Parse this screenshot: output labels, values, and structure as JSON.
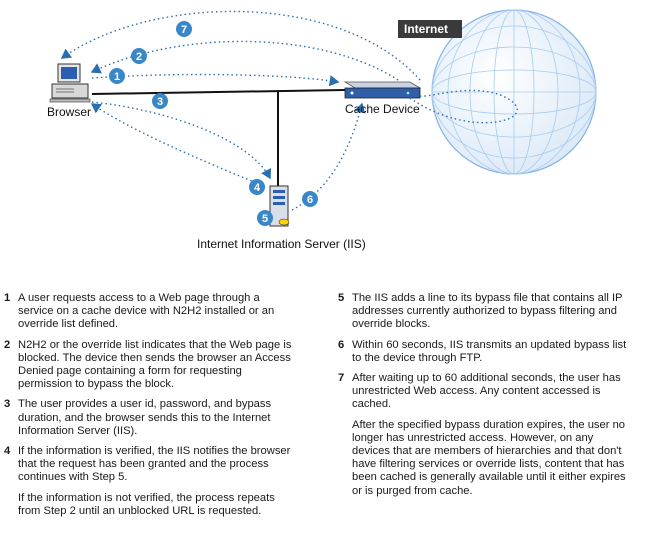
{
  "diagram": {
    "internet_label": "Internet",
    "browser_label": "Browser",
    "cache_label": "Cache Device",
    "iis_label": "Internet Information Server (IIS)",
    "badges": [
      "1",
      "2",
      "3",
      "4",
      "5",
      "6",
      "7"
    ],
    "colors": {
      "badge": "#3a87c8",
      "arrow": "#2c6fb0",
      "globe_line": "#7fb3e6",
      "line": "#111111"
    }
  },
  "steps_left": [
    {
      "num": "1",
      "text": "A user requests access to a Web page through a service on a cache device with N2H2 installed or an override list defined."
    },
    {
      "num": "2",
      "text": "N2H2 or the override list indicates that the Web page is blocked. The device then sends the browser an Access Denied page containing a form for requesting permission to bypass the block."
    },
    {
      "num": "3",
      "text": "The user provides a user id, password, and bypass duration, and the browser sends this to the Internet Information Server (IIS)."
    },
    {
      "num": "4",
      "text": "If the information is verified, the IIS notifies the browser that the request has been granted and the process continues with Step 5.",
      "extra": "If the information is not verified, the process repeats from Step 2 until an unblocked URL is requested."
    }
  ],
  "steps_right": [
    {
      "num": "5",
      "text": "The IIS adds a line to its bypass file that contains all IP addresses currently authorized to bypass filtering and override blocks."
    },
    {
      "num": "6",
      "text": "Within 60 seconds, IIS transmits an updated bypass list to the device through FTP."
    },
    {
      "num": "7",
      "text": "After waiting up to 60 additional seconds, the user has unrestricted Web access. Any content accessed is cached.",
      "extra": "After the specified bypass duration expires, the user no longer has unrestricted access. However, on any devices that are members of hierarchies and that don't have filtering services or override lists, content that has been cached is generally available until it either expires or is purged from cache."
    }
  ]
}
